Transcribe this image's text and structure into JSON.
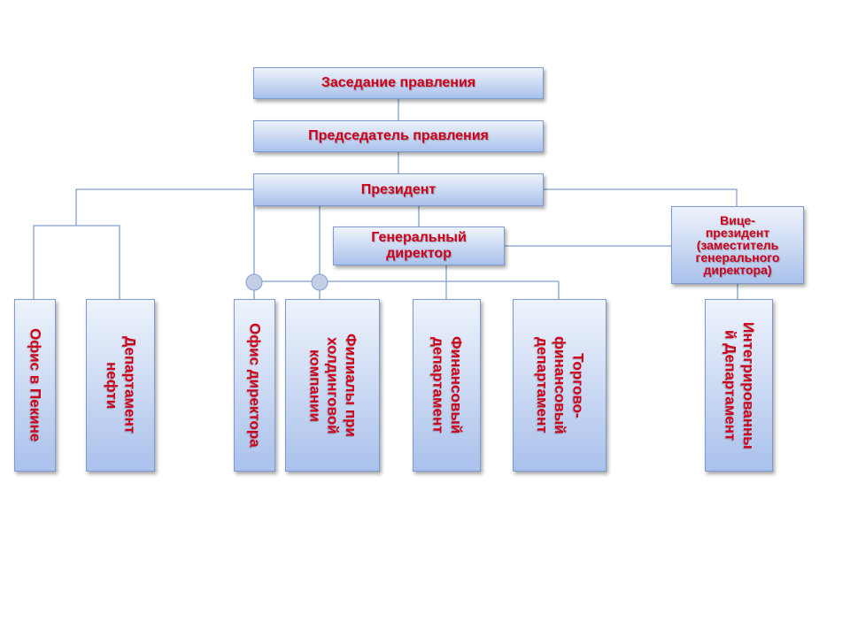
{
  "nodes": {
    "board_meeting": "Заседание правления",
    "board_chairman": "Председатель правления",
    "president": "Президент",
    "general_director": "Генеральный\nдиректор",
    "vice_president": "Вице-\nпрезидент\n(заместитель\nгенерального\nдиректора)",
    "beijing_office": "Офис в Пекине",
    "oil_department": "Департамент\nнефти",
    "director_office": "Офис директора",
    "holding_branches": "Филиалы при\nхолдинговой\nкомпании",
    "finance_department": "Финансовый\nдепартамент",
    "trade_finance_department": "Торгово-\nфинансовый\nдепартамент",
    "integrated_department": "Интегрированны\nй Департамент"
  },
  "colors": {
    "text": "#d0001a",
    "box_top": "#eef3fc",
    "box_bottom": "#a9c1ec",
    "border": "#7d9bd0",
    "connector": "#7f9fcf"
  }
}
